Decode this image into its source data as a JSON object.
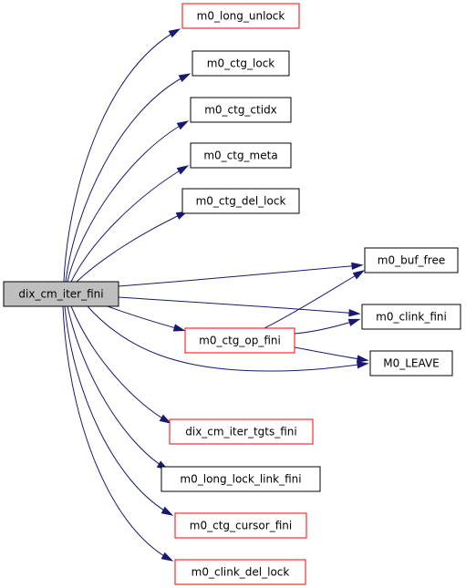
{
  "graph": {
    "colors": {
      "edge": "#191970",
      "node_fill": "#ffffff",
      "root_fill": "#bfbfbf",
      "border_normal": "#000000",
      "border_highlight": "#ff0000",
      "text": "#000000"
    },
    "nodes": [
      {
        "id": "dix_cm_iter_fini",
        "label": "dix_cm_iter_fini",
        "style": "root"
      },
      {
        "id": "m0_long_unlock",
        "label": "m0_long_unlock",
        "style": "red"
      },
      {
        "id": "m0_ctg_lock",
        "label": "m0_ctg_lock",
        "style": "black"
      },
      {
        "id": "m0_ctg_ctidx",
        "label": "m0_ctg_ctidx",
        "style": "black"
      },
      {
        "id": "m0_ctg_meta",
        "label": "m0_ctg_meta",
        "style": "black"
      },
      {
        "id": "m0_ctg_del_lock",
        "label": "m0_ctg_del_lock",
        "style": "black"
      },
      {
        "id": "m0_buf_free",
        "label": "m0_buf_free",
        "style": "black"
      },
      {
        "id": "m0_clink_fini",
        "label": "m0_clink_fini",
        "style": "black"
      },
      {
        "id": "m0_ctg_op_fini",
        "label": "m0_ctg_op_fini",
        "style": "red"
      },
      {
        "id": "M0_LEAVE",
        "label": "M0_LEAVE",
        "style": "black"
      },
      {
        "id": "dix_cm_iter_tgts_fini",
        "label": "dix_cm_iter_tgts_fini",
        "style": "red"
      },
      {
        "id": "m0_long_lock_link_fini",
        "label": "m0_long_lock_link_fini",
        "style": "black"
      },
      {
        "id": "m0_ctg_cursor_fini",
        "label": "m0_ctg_cursor_fini",
        "style": "red"
      },
      {
        "id": "m0_clink_del_lock",
        "label": "m0_clink_del_lock",
        "style": "red"
      }
    ],
    "edges": [
      {
        "from": "dix_cm_iter_fini",
        "to": "m0_long_unlock"
      },
      {
        "from": "dix_cm_iter_fini",
        "to": "m0_ctg_lock"
      },
      {
        "from": "dix_cm_iter_fini",
        "to": "m0_ctg_ctidx"
      },
      {
        "from": "dix_cm_iter_fini",
        "to": "m0_ctg_meta"
      },
      {
        "from": "dix_cm_iter_fini",
        "to": "m0_ctg_del_lock"
      },
      {
        "from": "dix_cm_iter_fini",
        "to": "m0_buf_free"
      },
      {
        "from": "dix_cm_iter_fini",
        "to": "m0_clink_fini"
      },
      {
        "from": "dix_cm_iter_fini",
        "to": "m0_ctg_op_fini"
      },
      {
        "from": "dix_cm_iter_fini",
        "to": "M0_LEAVE"
      },
      {
        "from": "dix_cm_iter_fini",
        "to": "dix_cm_iter_tgts_fini"
      },
      {
        "from": "dix_cm_iter_fini",
        "to": "m0_long_lock_link_fini"
      },
      {
        "from": "dix_cm_iter_fini",
        "to": "m0_ctg_cursor_fini"
      },
      {
        "from": "dix_cm_iter_fini",
        "to": "m0_clink_del_lock"
      },
      {
        "from": "m0_ctg_op_fini",
        "to": "m0_buf_free"
      },
      {
        "from": "m0_ctg_op_fini",
        "to": "m0_clink_fini"
      },
      {
        "from": "m0_ctg_op_fini",
        "to": "M0_LEAVE"
      }
    ]
  }
}
